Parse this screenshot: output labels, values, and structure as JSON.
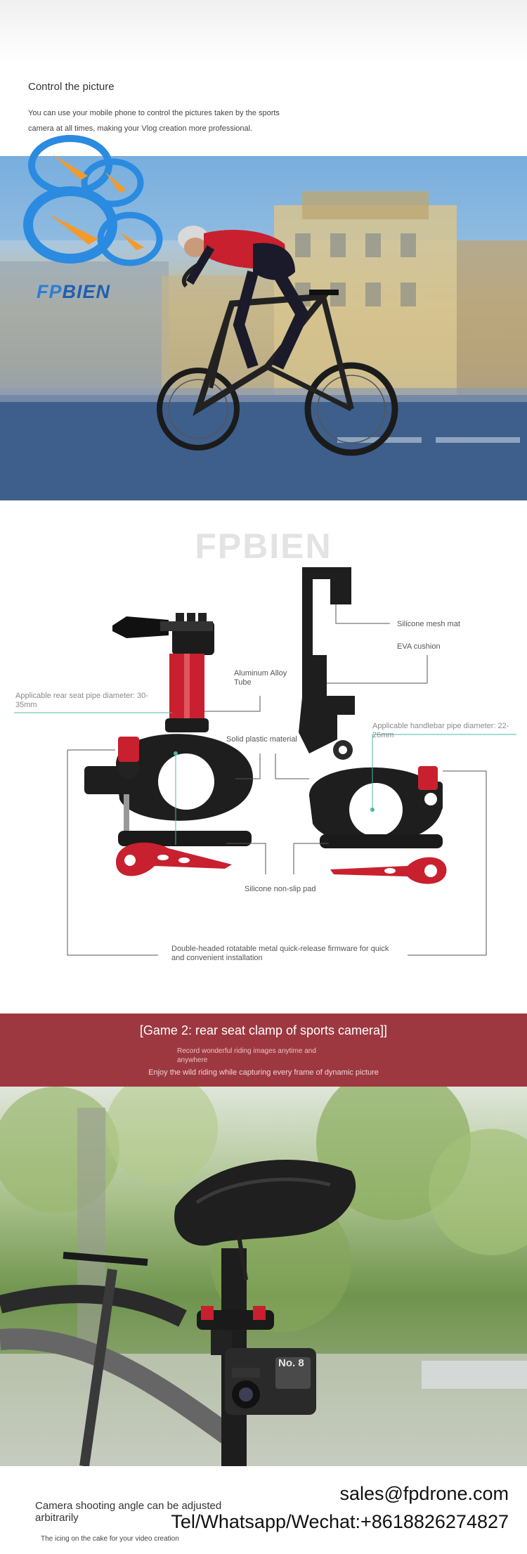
{
  "intro": {
    "title": "Control the picture",
    "text": "You can use your mobile phone to control the pictures taken by the sports camera at all times, making your Vlog creation more professional."
  },
  "logo": {
    "word_prefix": "FP",
    "word_suffix": "BIEN",
    "color_primary": "#1f5fb0",
    "color_accent": "#f39a2c"
  },
  "diagram": {
    "watermark": "FPBIEN",
    "labels": {
      "silicone_mesh_mat": "Silicone mesh mat",
      "eva_cushion": "EVA cushion",
      "aluminum_alloy_tube": "Aluminum Alloy Tube",
      "rear_seat_diameter": "Applicable rear seat pipe diameter: 30-35mm",
      "handlebar_diameter": "Applicable handlebar pipe diameter: 22-26mm",
      "solid_plastic": "Solid plastic material",
      "silicone_pad": "Silicone non-slip pad",
      "quick_release": "Double-headed rotatable metal quick-release firmware for quick and convenient installation"
    },
    "accent_color": "#c8202e"
  },
  "banner": {
    "title": "[Game 2: rear seat clamp of sports camera]]",
    "sub1": "Record wonderful riding images anytime and anywhere",
    "sub2": "Enjoy the wild riding while capturing every frame of dynamic picture",
    "color": "#9d3840"
  },
  "photo2": {
    "camera_badge": "No. 8"
  },
  "bottom": {
    "title": "Camera shooting angle can be adjusted arbitrarily",
    "text": "The icing on the cake for your video creation",
    "email": "sales@fpdrone.com",
    "phone": "Tel/Whatsapp/Wechat:+8618826274827"
  }
}
